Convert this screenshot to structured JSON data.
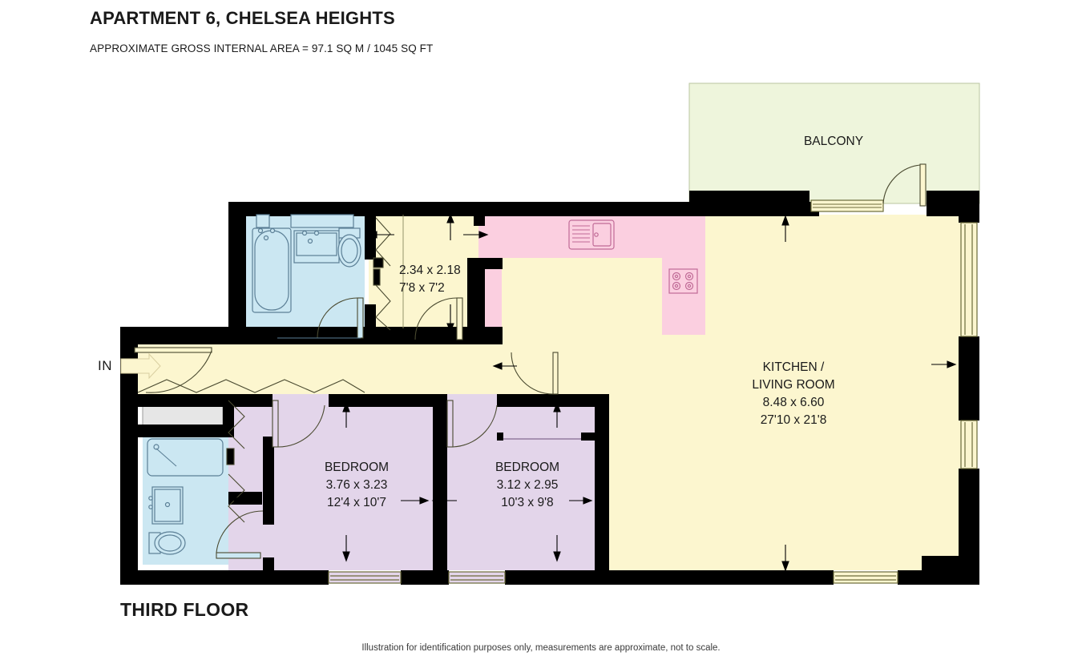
{
  "header": {
    "title": "APARTMENT 6, CHELSEA HEIGHTS",
    "subtitle": "APPROXIMATE GROSS INTERNAL AREA = 97.1 SQ M / 1045 SQ FT"
  },
  "footer": {
    "floor_label": "THIRD FLOOR",
    "disclaimer": "Illustration for identification purposes only, measurements are approximate, not to scale."
  },
  "entrance": {
    "label": "IN"
  },
  "rooms": [
    {
      "key": "balcony",
      "name": "BALCONY",
      "metric": "",
      "imperial": "",
      "fill": "#eef5dc"
    },
    {
      "key": "kitchen_living",
      "name": "KITCHEN /\nLIVING ROOM",
      "metric": "8.48 x 6.60",
      "imperial": "27'10 x 21'8",
      "fill": "#fcf6cf"
    },
    {
      "key": "hall",
      "name": "",
      "metric": "2.34 x 2.18",
      "imperial": "7'8 x 7'2",
      "fill": "#fcf6cf"
    },
    {
      "key": "bedroom_1",
      "name": "BEDROOM",
      "metric": "3.76 x 3.23",
      "imperial": "12'4 x 10'7",
      "fill": "#e3d5ea"
    },
    {
      "key": "bedroom_2",
      "name": "BEDROOM",
      "metric": "3.12 x 2.95",
      "imperial": "10'3 x 9'8",
      "fill": "#e3d5ea"
    },
    {
      "key": "bathroom_main",
      "name": "",
      "metric": "",
      "imperial": "",
      "fill": "#cbe7f2"
    },
    {
      "key": "bathroom_ensuite",
      "name": "",
      "metric": "",
      "imperial": "",
      "fill": "#cbe7f2"
    },
    {
      "key": "kitchen_units",
      "name": "",
      "metric": "",
      "imperial": "",
      "fill": "#fbcfe0"
    },
    {
      "key": "cupboard",
      "name": "",
      "metric": "",
      "imperial": "",
      "fill": "#e6e6e6"
    }
  ],
  "labels": {
    "kitchen_living": "KITCHEN /\nLIVING ROOM\n8.48 x 6.60\n27'10 x 21'8",
    "bedroom_1": "BEDROOM\n3.76 x 3.23\n12'4 x 10'7",
    "bedroom_2": "BEDROOM\n3.12 x 2.95\n10'3 x 9'8",
    "balcony": "BALCONY",
    "hall": "2.34 x 2.18\n7'8 x 7'2"
  },
  "colors": {
    "wall": "#000000",
    "living_fill": "#fcf6cf",
    "bedroom_fill": "#e3d5ea",
    "bathroom_fill": "#cbe7f2",
    "kitchen_unit_fill": "#fbcfe0",
    "balcony_fill": "#eef5dc",
    "cupboard_fill": "#e6e6e6",
    "fixture_stroke": "#5b7f96",
    "kitchen_stroke": "#c06a96",
    "window_stroke": "#6b6b3a",
    "door_stroke": "#4a4a30",
    "text": "#1a1a1a"
  },
  "fixtures": [
    {
      "name": "bathtub",
      "room": "bathroom_main"
    },
    {
      "name": "vanity-sink",
      "room": "bathroom_main"
    },
    {
      "name": "toilet",
      "room": "bathroom_main"
    },
    {
      "name": "shower-bath",
      "room": "bathroom_ensuite"
    },
    {
      "name": "vanity-sink",
      "room": "bathroom_ensuite"
    },
    {
      "name": "toilet",
      "room": "bathroom_ensuite"
    },
    {
      "name": "kitchen-sink",
      "room": "kitchen_units"
    },
    {
      "name": "hob",
      "room": "kitchen_units"
    }
  ]
}
